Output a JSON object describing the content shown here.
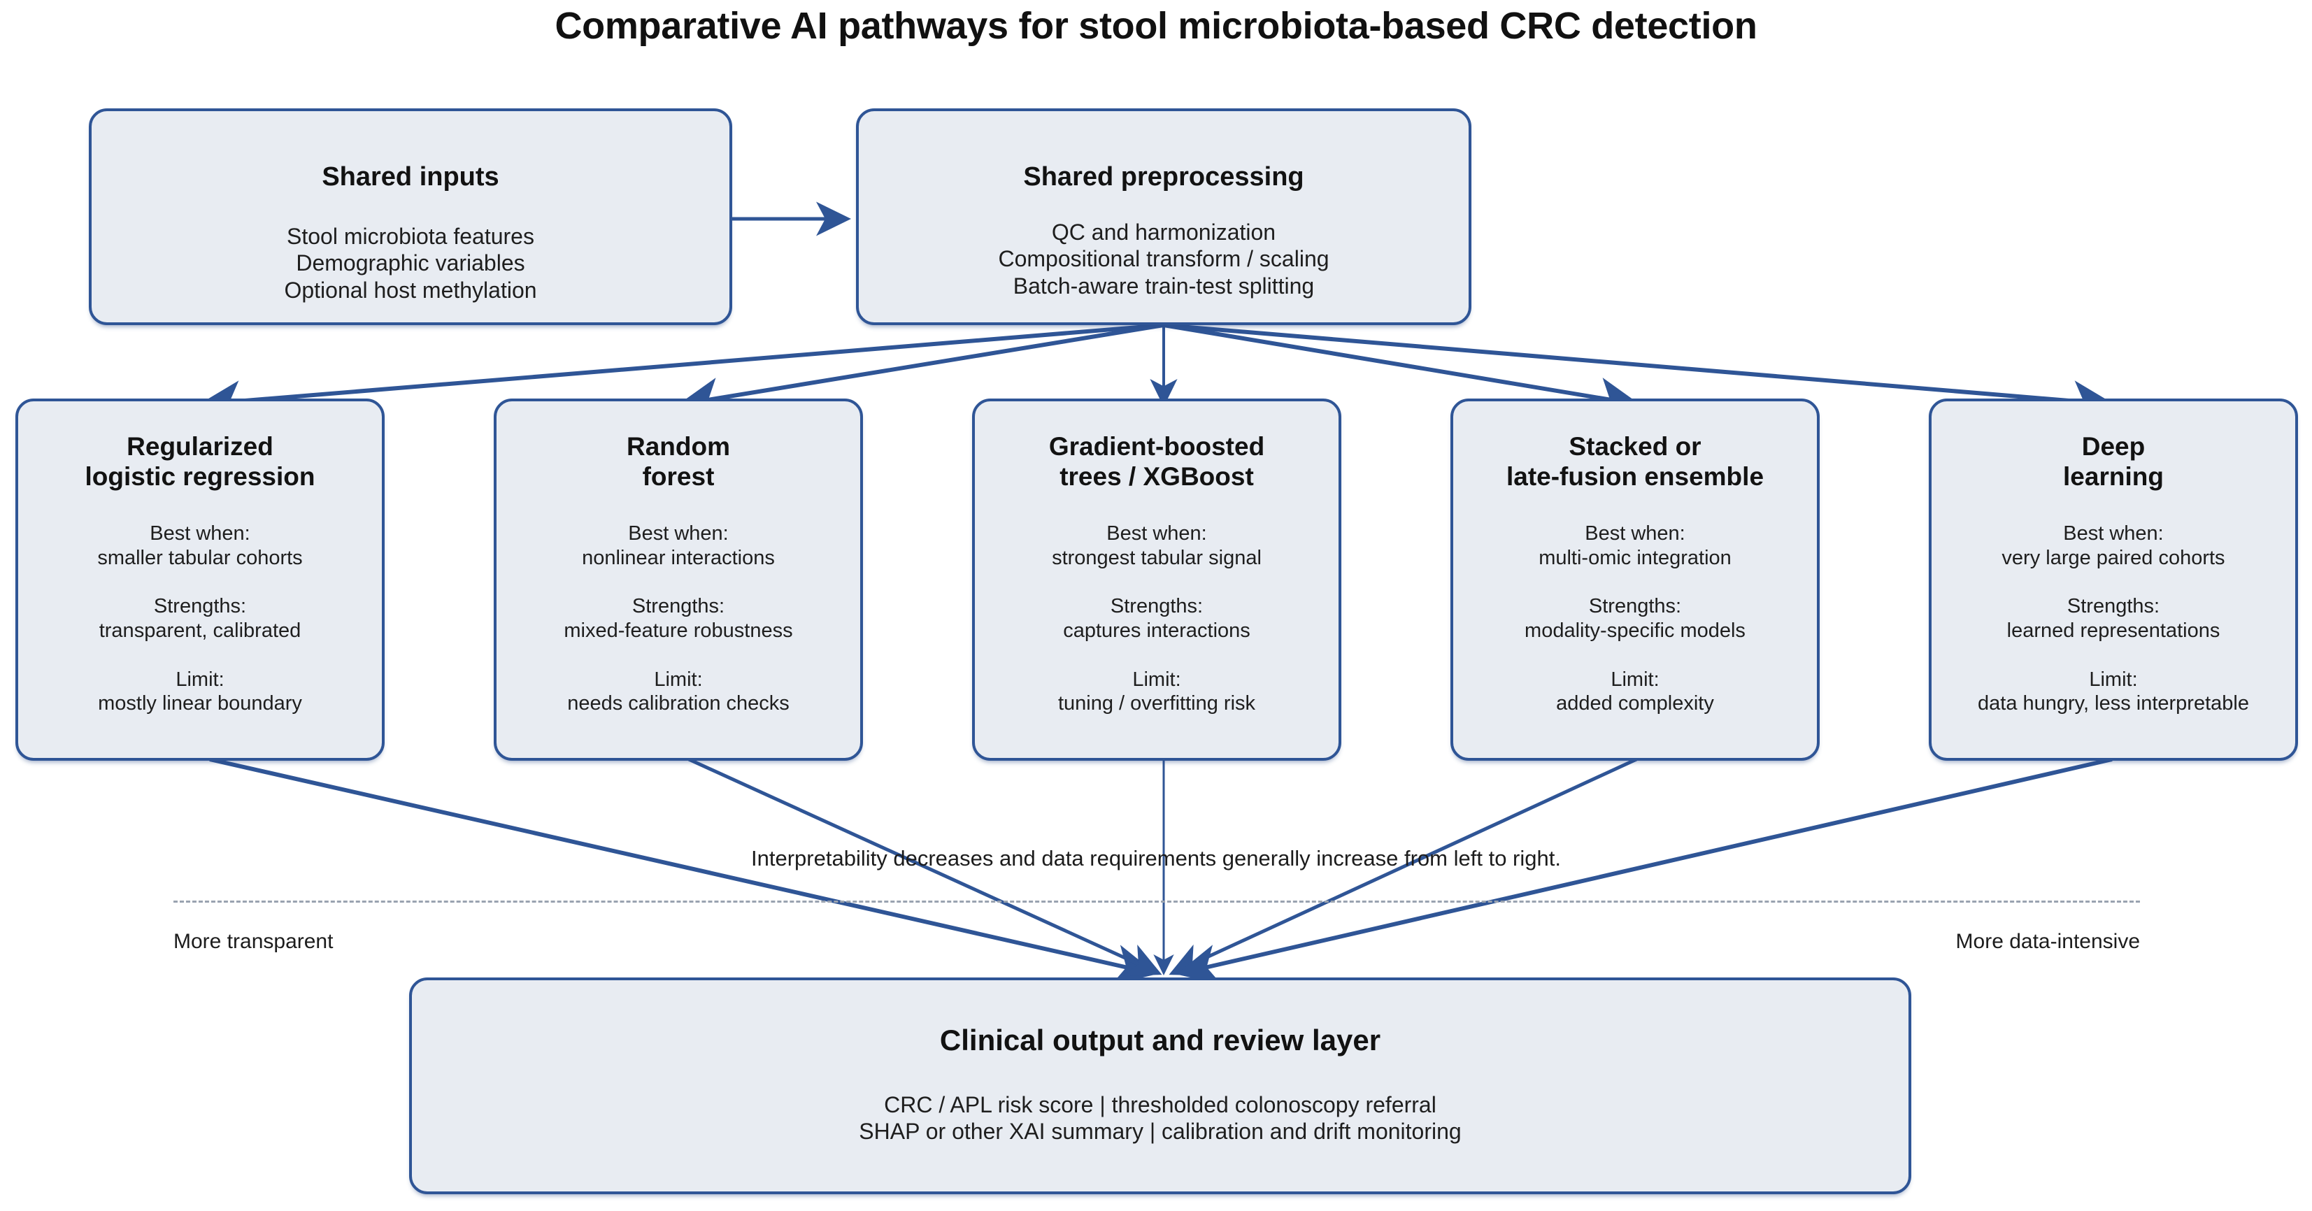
{
  "title": "Comparative AI pathways for stool microbiota-based CRC detection",
  "colors": {
    "node_fill": "#e8ecf2",
    "node_border": "#2f5596",
    "arrow": "#2f5596",
    "dashed_axis": "#9aa3b0",
    "text": "#1c1c1c"
  },
  "top_row": [
    {
      "name": "shared-inputs",
      "title": "Shared inputs",
      "body": "Stool microbiota features\nDemographic variables\nOptional host methylation"
    },
    {
      "name": "shared-preprocessing",
      "title": "Shared preprocessing",
      "body": "QC and harmonization\nCompositional transform / scaling\nBatch-aware train-test splitting"
    }
  ],
  "methods": [
    {
      "name": "regularized-logistic-regression",
      "title": "Regularized\nlogistic regression",
      "body": "Best when:\nsmaller tabular cohorts\n\nStrengths:\ntransparent, calibrated\n\nLimit:\nmostly linear boundary"
    },
    {
      "name": "random-forest",
      "title": "Random\nforest",
      "body": "Best when:\nnonlinear interactions\n\nStrengths:\nmixed-feature robustness\n\nLimit:\nneeds calibration checks"
    },
    {
      "name": "gradient-boosted-trees-xgboost",
      "title": "Gradient-boosted\ntrees / XGBoost",
      "body": "Best when:\nstrongest tabular signal\n\nStrengths:\ncaptures interactions\n\nLimit:\ntuning / overfitting risk"
    },
    {
      "name": "stacked-late-fusion-ensemble",
      "title": "Stacked or\nlate-fusion ensemble",
      "body": "Best when:\nmulti-omic integration\n\nStrengths:\nmodality-specific models\n\nLimit:\nadded complexity"
    },
    {
      "name": "deep-learning",
      "title": "Deep\nlearning",
      "body": "Best when:\nvery large paired cohorts\n\nStrengths:\nlearned representations\n\nLimit:\ndata hungry, less interpretable"
    }
  ],
  "axis": {
    "note": "Interpretability decreases and data requirements generally increase from left to right.",
    "left_label": "More transparent",
    "right_label": "More data-intensive"
  },
  "output": {
    "name": "clinical-output-and-review-layer",
    "title": "Clinical output and review layer",
    "body": "CRC / APL risk score   |   thresholded colonoscopy referral\nSHAP or other XAI summary   |   calibration and drift monitoring"
  }
}
